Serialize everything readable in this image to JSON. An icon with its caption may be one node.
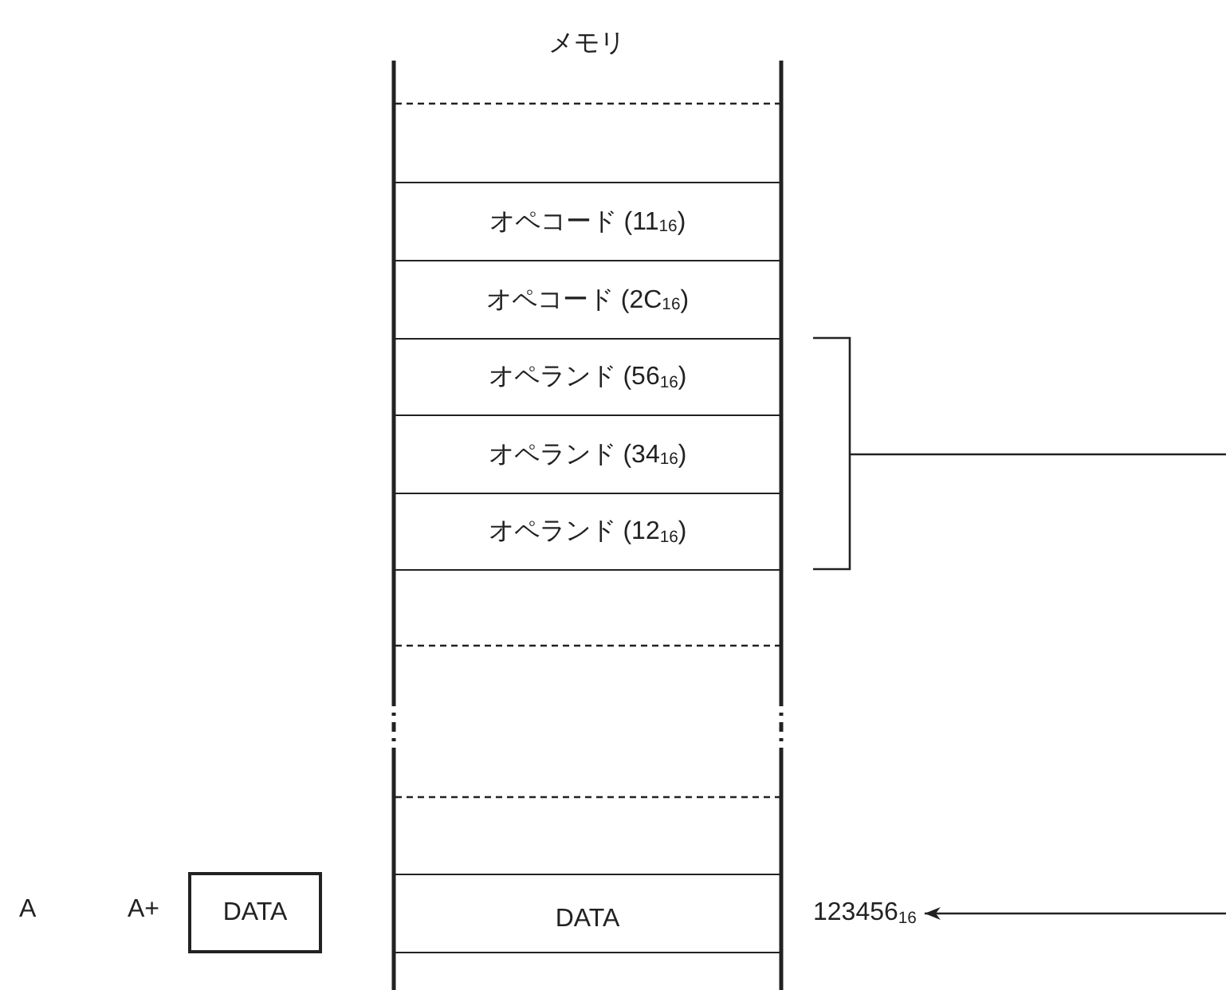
{
  "diagram": {
    "title": "メモリ",
    "nodes": [
      {
        "text": [
          "オペコード (11$_{16}$)"
        ]
      },
      {
        "text": [
          "オペコード (2C$_{16}$)"
        ]
      },
      {
        "text": [
          "オペランド (56$_{16}$)"
        ]
      },
      {
        "text": [
          "オペランド (34$_{16}$)"
        ]
      },
      {
        "text": [
          "オペランド (12$_{16}$)"
        ]
      },
      {
        "text": [
          "DATA"
        ]
      },
      {
        "text": [
          "DATA"
        ]
      },
      {
        "text": [
          "123456$_{16}$"
        ]
      }
    ],
    "edges": [
      {
        "from": null,
        "to": 7,
        "arrow": "to"
      }
    ],
    "labels": [
      "A",
      "A+"
    ]
  }
}
